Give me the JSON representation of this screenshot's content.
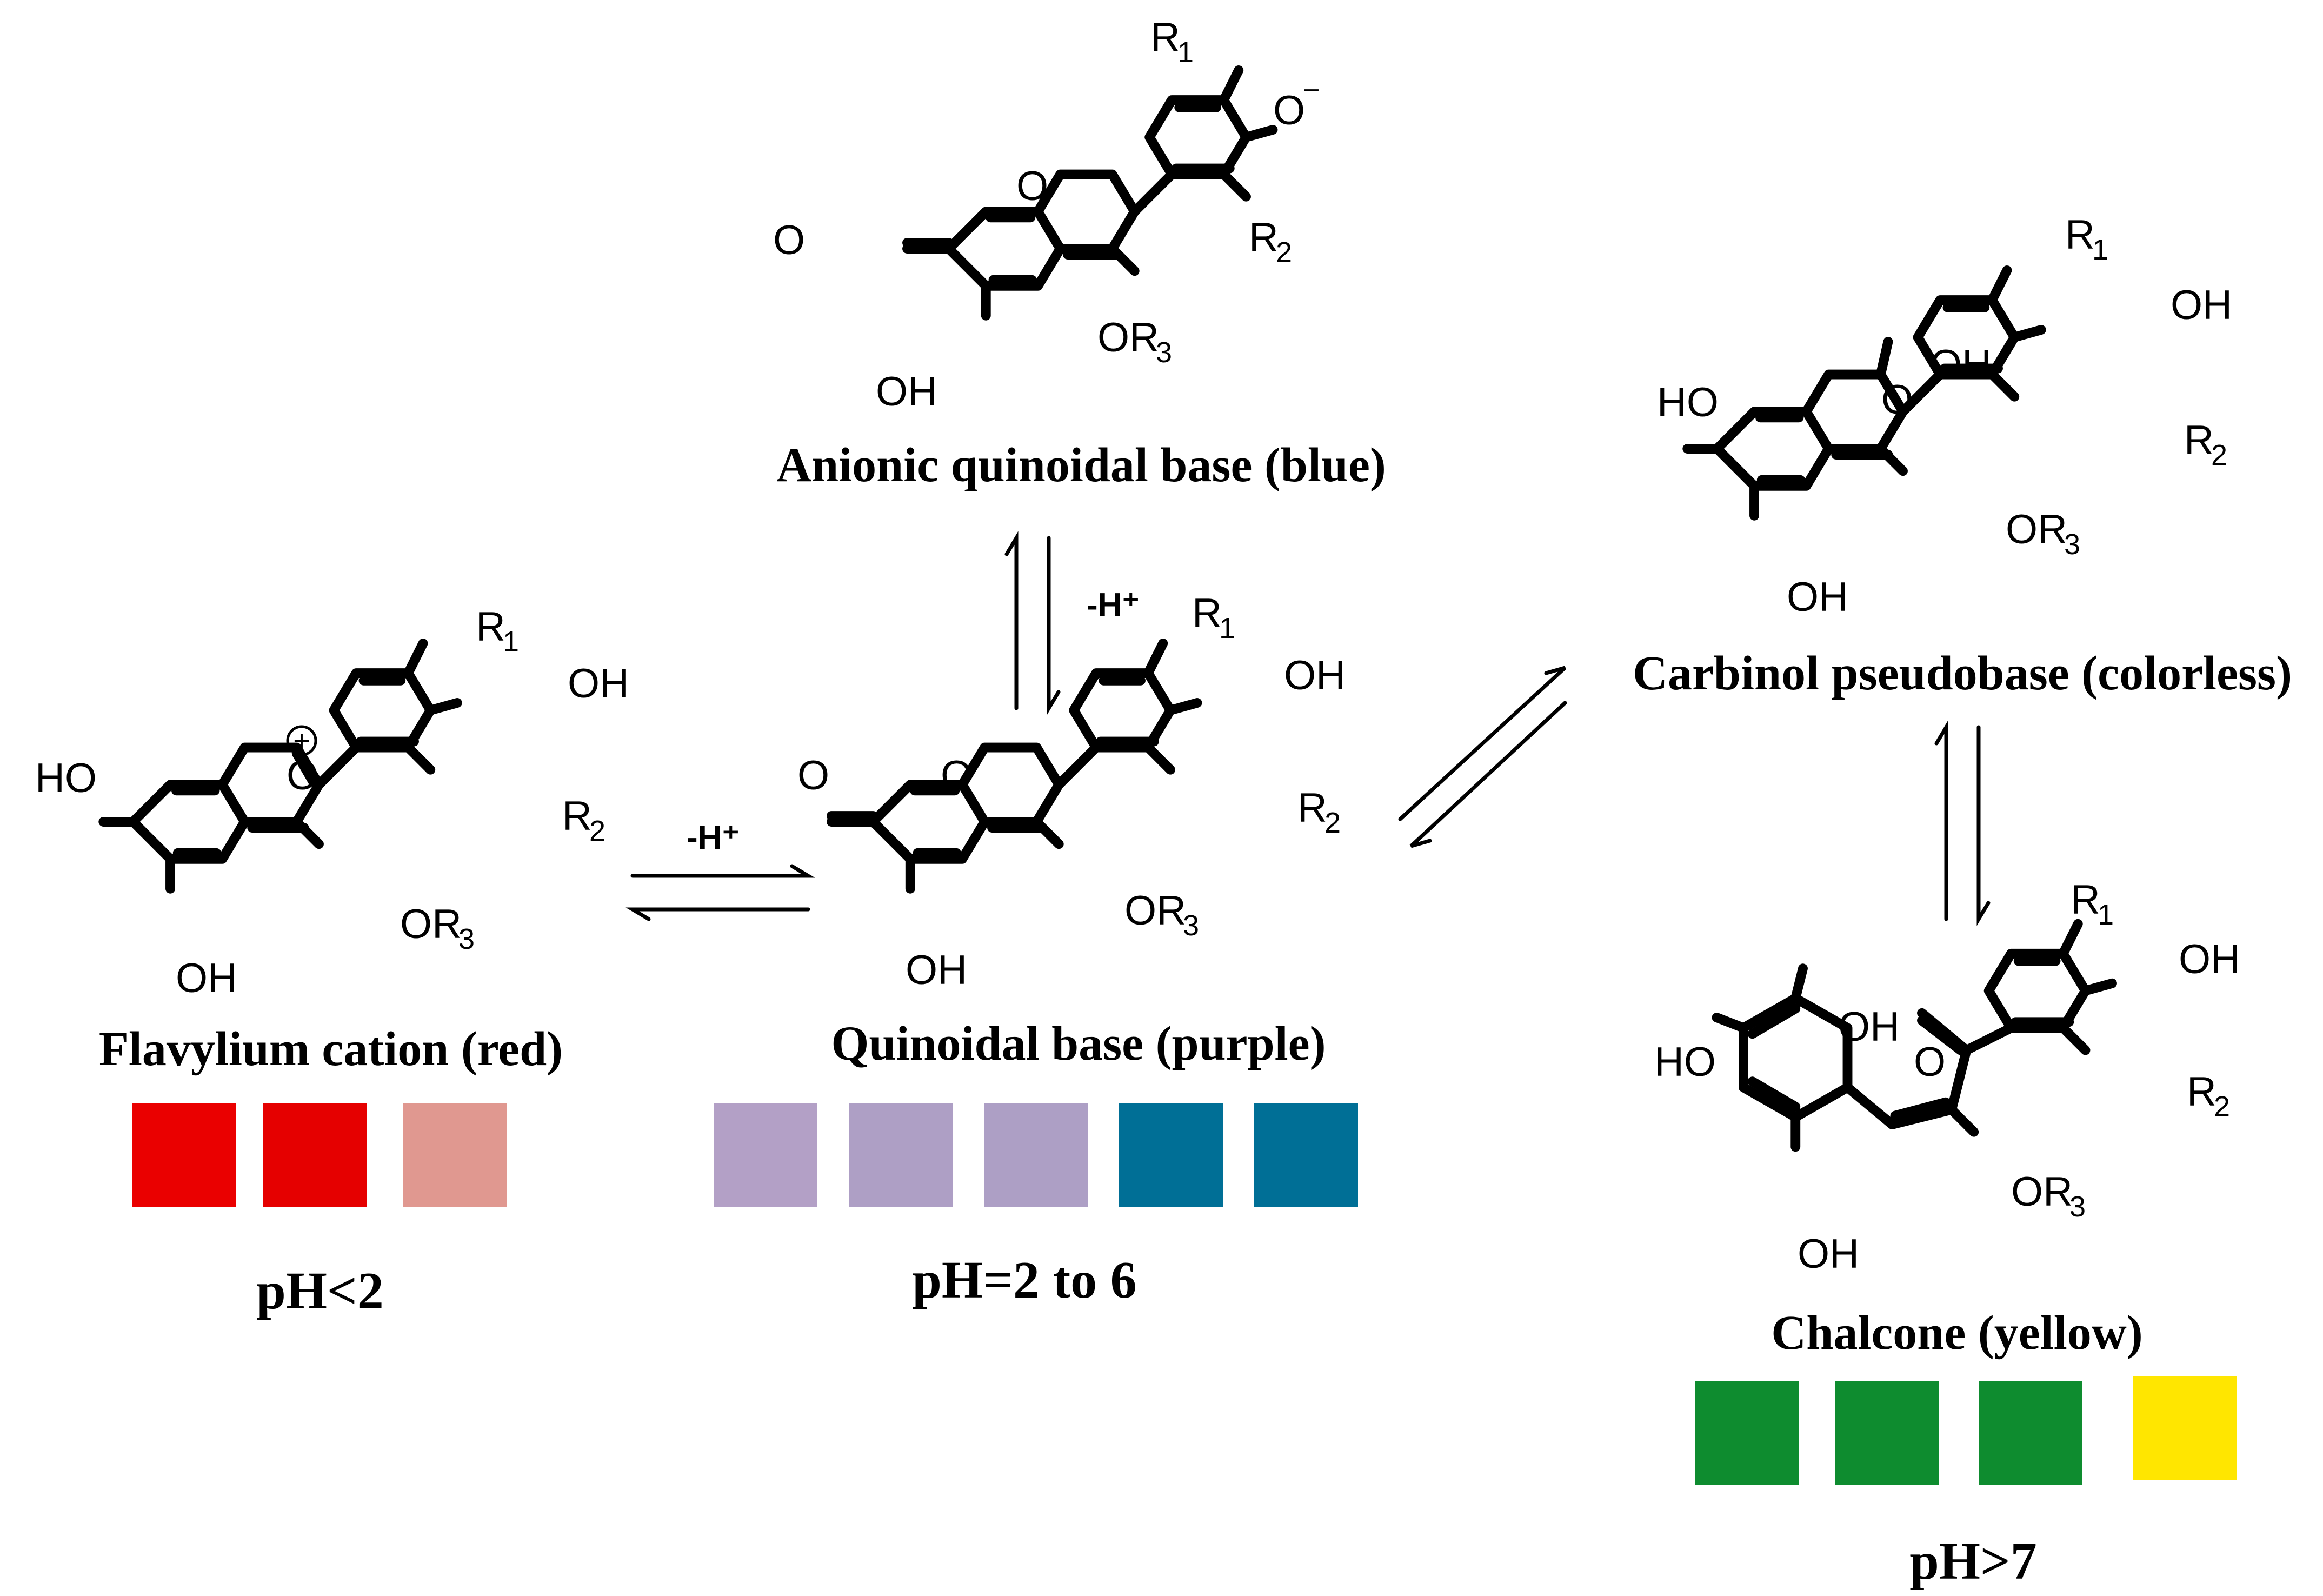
{
  "atom_labels": {
    "O": "O",
    "OH": "OH",
    "HO": "HO",
    "OR": "OR",
    "R": "R",
    "oxide": "O",
    "sub1": "1",
    "sub2": "2",
    "sub3": "3",
    "minus": "−",
    "plus": "+"
  },
  "species": {
    "anionic": {
      "caption": "Anionic quinoidal base (blue)"
    },
    "flavylium": {
      "caption": "Flavylium cation (red)"
    },
    "quinoidal": {
      "caption": "Quinoidal base (purple)"
    },
    "carbinol": {
      "caption": "Carbinol pseudobase (colorless)"
    },
    "chalcone": {
      "caption": "Chalcone (yellow)"
    }
  },
  "arrows": {
    "label_deprotonation": "-H⁺"
  },
  "ph_groups": [
    {
      "label": "pH<2",
      "swatches": [
        "#ea0000",
        "#e50000",
        "#e09890"
      ]
    },
    {
      "label": "pH=2 to 6",
      "swatches": [
        "#b3a0c6",
        "#ae9fc5",
        "#ad9fc5",
        "#006f96",
        "#006f96"
      ]
    },
    {
      "label": "pH>7",
      "swatches": [
        "#0e8c2f",
        "#0e8c2f",
        "#0e8c2f",
        "#ffe600"
      ]
    }
  ]
}
